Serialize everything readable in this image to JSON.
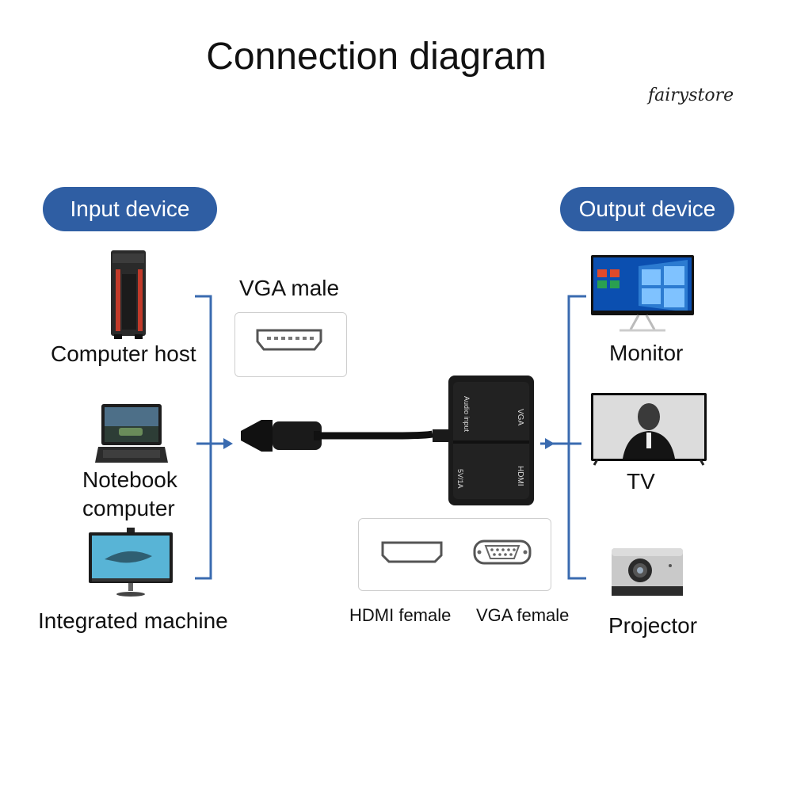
{
  "title": "Connection diagram",
  "brand": "fairystore",
  "input": {
    "header": "Input device",
    "devices": [
      {
        "label": "Computer host",
        "icon": "computer-host-icon"
      },
      {
        "label": "Notebook computer",
        "icon": "notebook-computer-icon"
      },
      {
        "label": "Integrated machine",
        "icon": "integrated-machine-icon"
      }
    ]
  },
  "output": {
    "header": "Output device",
    "devices": [
      {
        "label": "Monitor",
        "icon": "monitor-icon"
      },
      {
        "label": "TV",
        "icon": "tv-icon"
      },
      {
        "label": "Projector",
        "icon": "projector-icon"
      }
    ]
  },
  "ports": {
    "vga_male": "VGA male",
    "hdmi_female": "HDMI female",
    "vga_female": "VGA female"
  },
  "adapter": {
    "port_audio": "Audio input",
    "port_vga": "VGA",
    "port_hdmi": "HDMI",
    "port_5v": "5V/1A"
  },
  "colors": {
    "accent": "#2f5ea3",
    "bracket": "#3a6bb0",
    "adapter": "#1a1a1a"
  }
}
